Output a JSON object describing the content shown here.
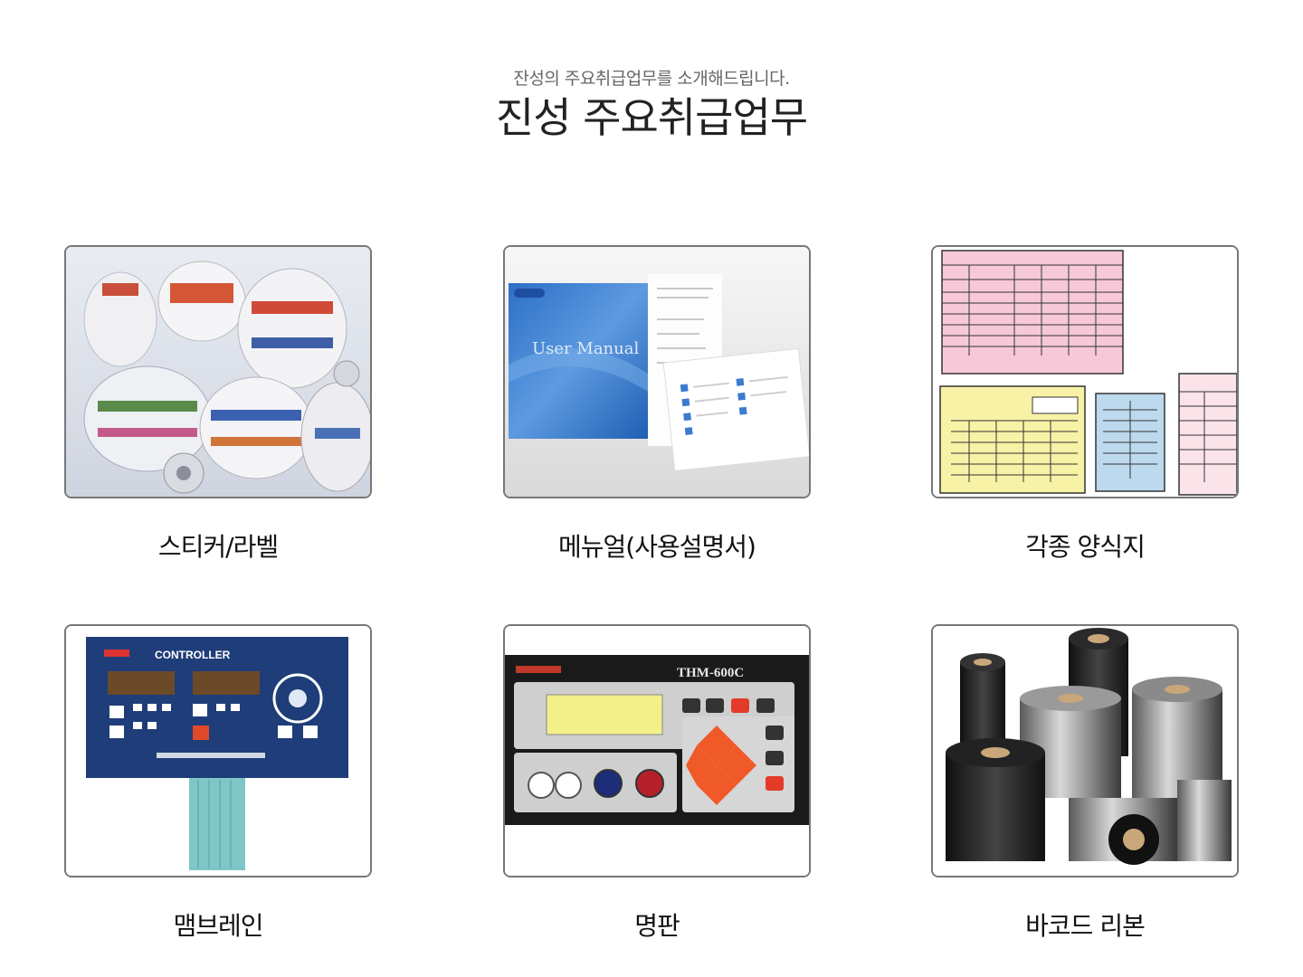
{
  "header": {
    "subtitle": "잔성의 주요취급업무를 소개해드립니다.",
    "title": "진성 주요취급업무"
  },
  "items": [
    {
      "label": "스티커/라벨",
      "image_icon": "label-rolls-photo"
    },
    {
      "label": "메뉴얼(사용설명서)",
      "image_icon": "manual-booklet-photo",
      "image_text": "User Manual"
    },
    {
      "label": "각종 양식지",
      "image_icon": "business-forms-photo"
    },
    {
      "label": "맴브레인",
      "image_icon": "membrane-keypad-photo",
      "image_text": "CONTROLLER"
    },
    {
      "label": "명판",
      "image_icon": "nameplate-panel-photo",
      "image_text": "THM-600C"
    },
    {
      "label": "바코드 리본",
      "image_icon": "barcode-ribbon-photo"
    }
  ],
  "colors": {
    "frame_border": "#777777",
    "membrane_blue": "#1f3d78",
    "nameplate_black": "#1a1a1a",
    "display_yellow": "#f3f08a",
    "form_pink": "#f6c8d8",
    "form_yellow": "#f8f2a6",
    "form_blue": "#bcd9ee"
  }
}
